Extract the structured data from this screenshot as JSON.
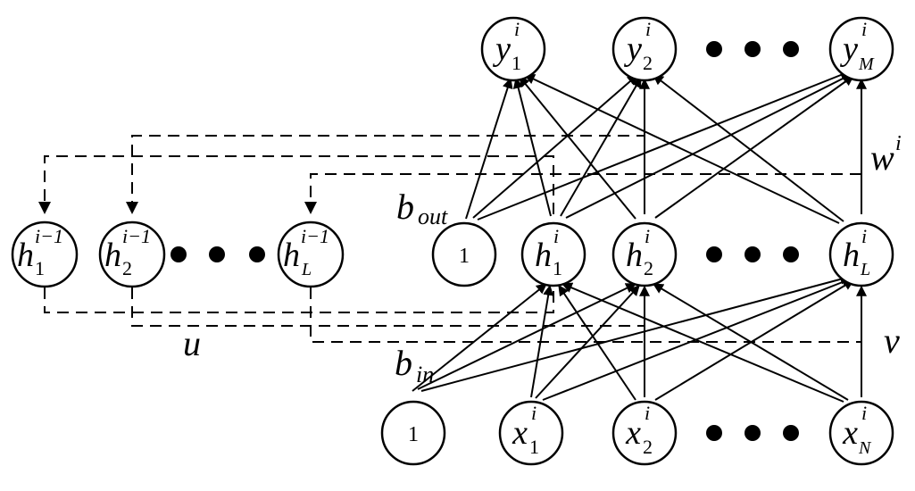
{
  "nodes": {
    "y1": {
      "base": "y",
      "sup": "i",
      "sub": "1"
    },
    "y2": {
      "base": "y",
      "sup": "i",
      "sub": "2"
    },
    "yM": {
      "base": "y",
      "sup": "i",
      "sub": "M"
    },
    "hp1": {
      "base": "h",
      "sup": "i−1",
      "sub": "1"
    },
    "hp2": {
      "base": "h",
      "sup": "i−1",
      "sub": "2"
    },
    "hpL": {
      "base": "h",
      "sup": "i−1",
      "sub": "L"
    },
    "b1": {
      "text": "1"
    },
    "h1": {
      "base": "h",
      "sup": "i",
      "sub": "1"
    },
    "h2": {
      "base": "h",
      "sup": "i",
      "sub": "2"
    },
    "hL": {
      "base": "h",
      "sup": "i",
      "sub": "L"
    },
    "b0": {
      "text": "1"
    },
    "x1": {
      "base": "x",
      "sup": "i",
      "sub": "1"
    },
    "x2": {
      "base": "x",
      "sup": "i",
      "sub": "2"
    },
    "xN": {
      "base": "x",
      "sup": "i",
      "sub": "N"
    }
  },
  "labels": {
    "b_out": {
      "base": "b",
      "sub": "out"
    },
    "b_in": {
      "base": "b",
      "sub": "in"
    },
    "w": {
      "base": "w",
      "sup": "i"
    },
    "u": {
      "text": "u"
    },
    "v": {
      "text": "v"
    }
  }
}
